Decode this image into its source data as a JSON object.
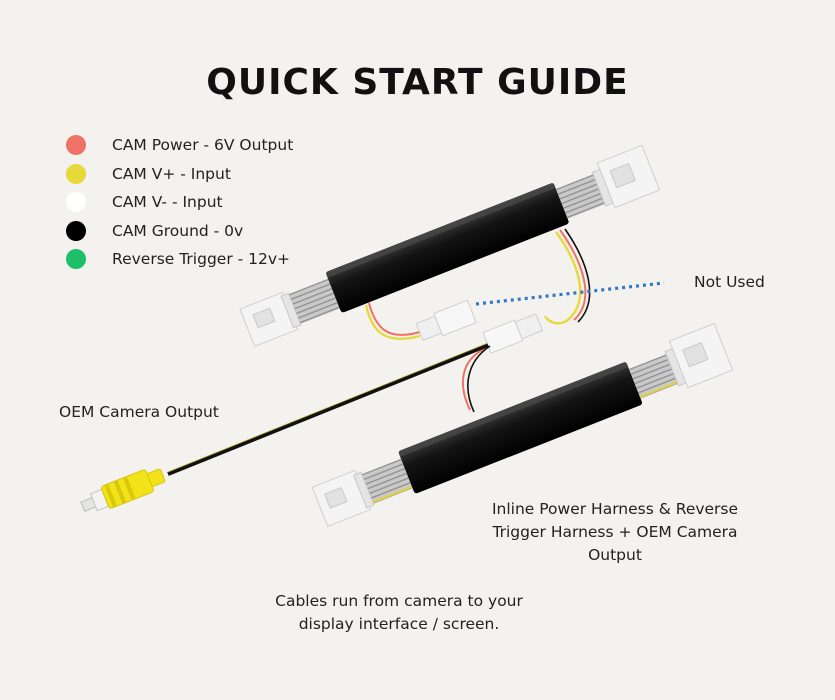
{
  "title": "QUICK START GUIDE",
  "legend": [
    {
      "label": "CAM Power - 6V Output",
      "color": "#f07167"
    },
    {
      "label": "CAM V+ - Input",
      "color": "#e8d93a"
    },
    {
      "label": "CAM V- - Input",
      "color": "#ffffff"
    },
    {
      "label": "CAM Ground - 0v",
      "color": "#000000"
    },
    {
      "label": "Reverse Trigger - 12v+",
      "color": "#1fbf6a"
    }
  ],
  "labels": {
    "not_used": "Not Used",
    "oem_camera_output": "OEM Camera Output",
    "inline_harness_1": "Inline Power Harness & Reverse",
    "inline_harness_2": "Trigger Harness + OEM Camera",
    "inline_harness_3": "Output",
    "cables_1": "Cables run from camera to your",
    "cables_2": "display interface / screen."
  },
  "colors": {
    "background": "#f3f2ee",
    "harness_body": "#111111",
    "connector": "#eeeeee",
    "rca_plug": "#f2e21a",
    "dotted_line": "#2f79c7"
  }
}
